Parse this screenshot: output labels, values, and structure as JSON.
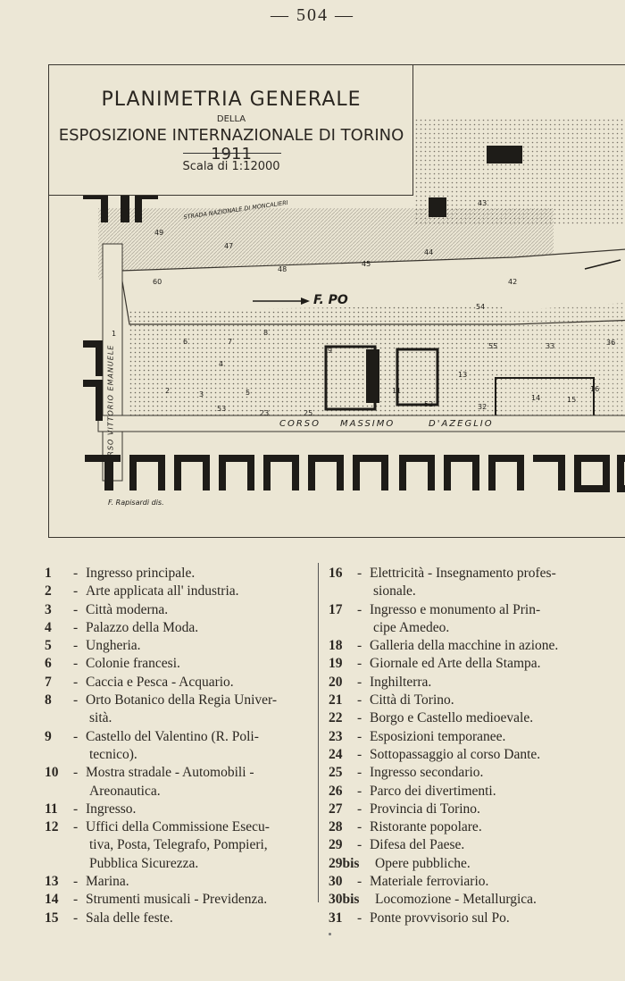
{
  "page": {
    "number": "— 504 —"
  },
  "map": {
    "title_line1": "PLANIMETRIA GENERALE",
    "title_della": "DELLA",
    "title_line2": "ESPOSIZIONE INTERNAZIONALE DI TORINO 1911",
    "scale": "Scala di 1:12000",
    "labels": {
      "river": "F. PO",
      "corso": "CORSO",
      "massimo": "MASSIMO",
      "azeglio": "D'AZEGLIO",
      "corso_vittorio": "CORSO VITTORIO EMANUELE",
      "strada": "STRADA NAZIONALE DI MONCALIERI",
      "author": "F. Rapisardi dis."
    },
    "numbers": [
      "49",
      "47",
      "48",
      "45",
      "44",
      "43",
      "60",
      "42",
      "54",
      "1",
      "2",
      "3",
      "4",
      "5",
      "6",
      "7",
      "8",
      "9",
      "11",
      "13",
      "14",
      "15",
      "16",
      "23",
      "25",
      "32",
      "33",
      "36",
      "52",
      "53",
      "55"
    ]
  },
  "legend_left": [
    {
      "num": "1",
      "text": "Ingresso principale."
    },
    {
      "num": "2",
      "text": "Arte applicata all' industria."
    },
    {
      "num": "3",
      "text": "Città moderna."
    },
    {
      "num": "4",
      "text": "Palazzo della Moda."
    },
    {
      "num": "5",
      "text": "Ungheria."
    },
    {
      "num": "6",
      "text": "Colonie francesi."
    },
    {
      "num": "7",
      "text": "Caccia e Pesca - Acquario."
    },
    {
      "num": "8",
      "text": "Orto Botanico della Regia Univer-",
      "cont": "sità."
    },
    {
      "num": "9",
      "text": "Castello del Valentino (R. Poli-",
      "cont": "tecnico)."
    },
    {
      "num": "10",
      "text": "Mostra stradale - Automobili -",
      "cont": "Areonautica."
    },
    {
      "num": "11",
      "text": "Ingresso."
    },
    {
      "num": "12",
      "text": "Uffici della Commissione Esecu-",
      "cont": "tiva, Posta, Telegrafo, Pompieri,",
      "cont2": "Pubblica Sicurezza."
    },
    {
      "num": "13",
      "text": "Marina."
    },
    {
      "num": "14",
      "text": "Strumenti musicali - Previdenza."
    },
    {
      "num": "15",
      "text": "Sala delle feste."
    }
  ],
  "legend_right": [
    {
      "num": "16",
      "text": "Elettricità - Insegnamento profes-",
      "cont": "sionale."
    },
    {
      "num": "17",
      "text": "Ingresso e monumento al Prin-",
      "cont": "cipe Amedeo."
    },
    {
      "num": "18",
      "text": "Galleria della macchine in azione."
    },
    {
      "num": "19",
      "text": "Giornale ed Arte della Stampa."
    },
    {
      "num": "20",
      "text": "Inghilterra."
    },
    {
      "num": "21",
      "text": "Città di Torino."
    },
    {
      "num": "22",
      "text": "Borgo e Castello medioevale."
    },
    {
      "num": "23",
      "text": "Esposizioni temporanee."
    },
    {
      "num": "24",
      "text": "Sottopassaggio al corso Dante."
    },
    {
      "num": "25",
      "text": "Ingresso secondario."
    },
    {
      "num": "26",
      "text": "Parco dei divertimenti."
    },
    {
      "num": "27",
      "text": "Provincia di Torino."
    },
    {
      "num": "28",
      "text": "Ristorante popolare."
    },
    {
      "num": "29",
      "text": "Difesa del Paese."
    },
    {
      "num": "29bis",
      "text": "Opere pubbliche."
    },
    {
      "num": "30",
      "text": "Materiale ferroviario."
    },
    {
      "num": "30bis",
      "text": "Locomozione - Metallurgica."
    },
    {
      "num": "31",
      "text": "Ponte provvisorio sul Po."
    }
  ]
}
